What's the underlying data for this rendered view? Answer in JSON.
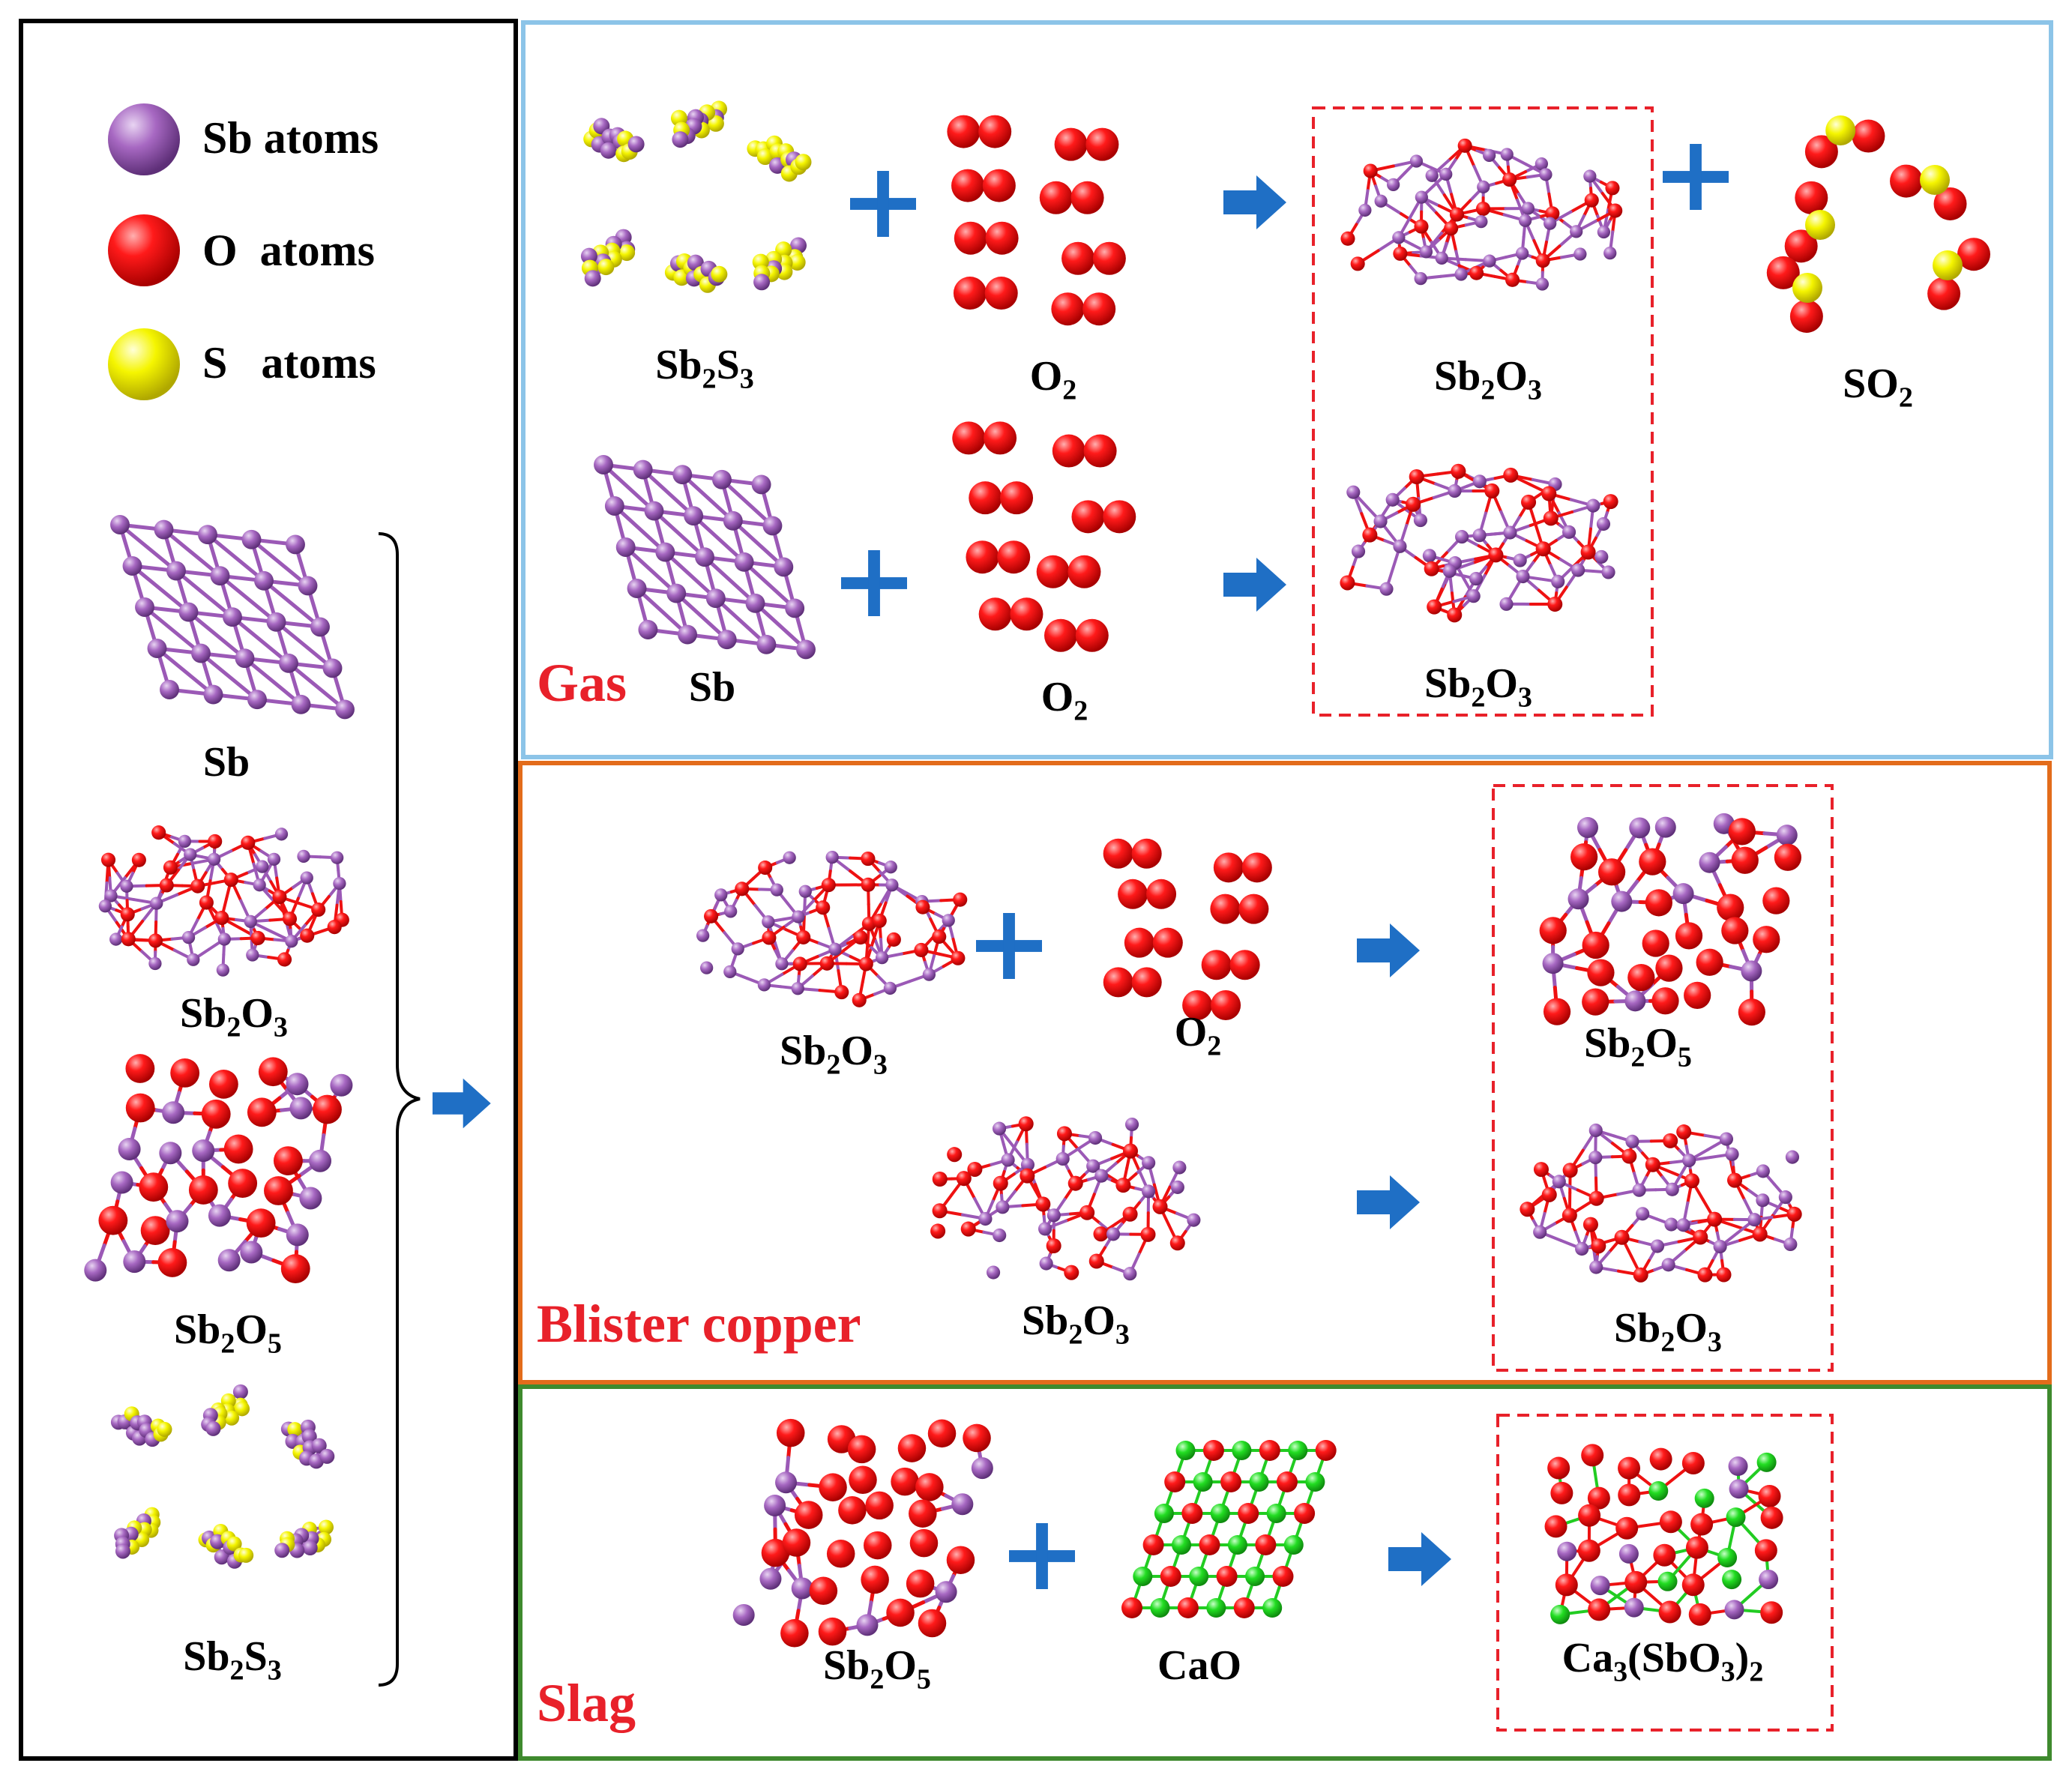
{
  "legend": {
    "sb": "Sb atoms",
    "o": "O  atoms",
    "s": "S   atoms"
  },
  "inputs": {
    "sb": {
      "pre": "Sb",
      "n1": "",
      "mid": "",
      "n2": ""
    },
    "sb2o3": {
      "pre": "Sb",
      "n1": "2",
      "mid": "O",
      "n2": "3"
    },
    "sb2o5": {
      "pre": "Sb",
      "n1": "2",
      "mid": "O",
      "n2": "5"
    },
    "sb2s3": {
      "pre": "Sb",
      "n1": "2",
      "mid": "S",
      "n2": "3"
    }
  },
  "gas": {
    "label": "Gas",
    "row1": {
      "reactant1": {
        "pre": "Sb",
        "n1": "2",
        "mid": "S",
        "n2": "3"
      },
      "reactant2": {
        "pre": "O",
        "n1": "2",
        "mid": "",
        "n2": ""
      },
      "product1": {
        "pre": "Sb",
        "n1": "2",
        "mid": "O",
        "n2": "3"
      },
      "product2": {
        "pre": "SO",
        "n1": "2",
        "mid": "",
        "n2": ""
      }
    },
    "row2": {
      "reactant1": {
        "pre": "Sb",
        "n1": "",
        "mid": "",
        "n2": ""
      },
      "reactant2": {
        "pre": "O",
        "n1": "2",
        "mid": "",
        "n2": ""
      },
      "product1": {
        "pre": "Sb",
        "n1": "2",
        "mid": "O",
        "n2": "3"
      }
    }
  },
  "blister": {
    "label": "Blister copper",
    "row1": {
      "reactant1": {
        "pre": "Sb",
        "n1": "2",
        "mid": "O",
        "n2": "3"
      },
      "reactant2": {
        "pre": "O",
        "n1": "2",
        "mid": "",
        "n2": ""
      },
      "product1": {
        "pre": "Sb",
        "n1": "2",
        "mid": "O",
        "n2": "5"
      }
    },
    "row2": {
      "reactant1": {
        "pre": "Sb",
        "n1": "2",
        "mid": "O",
        "n2": "3"
      },
      "product1": {
        "pre": "Sb",
        "n1": "2",
        "mid": "O",
        "n2": "3"
      }
    }
  },
  "slag": {
    "label": "Slag",
    "reactant1": {
      "pre": "Sb",
      "n1": "2",
      "mid": "O",
      "n2": "5"
    },
    "reactant2": {
      "pre": "CaO",
      "n1": "",
      "mid": "",
      "n2": ""
    },
    "product1": {
      "pre": "Ca",
      "n1": "3",
      "mid": "(SbO",
      "n2": "3",
      "post": ")",
      "n3": "2"
    }
  },
  "colors": {
    "sb_atom": "#9b59b6",
    "o_atom": "#ff0000",
    "s_atom": "#f2f200",
    "ca_atom": "#22dd22",
    "arrow": "#1f6fc5",
    "section_label": "#e8212a",
    "left_border": "#000000",
    "gas_border": "#8cc4e8",
    "blister_border": "#e36c1b",
    "slag_border": "#3f8a2e",
    "dashed_box": "#e8212a"
  },
  "icons": [
    "sb-atom-icon",
    "o-atom-icon",
    "s-atom-icon",
    "plus-icon",
    "arrow-right-icon",
    "brace-icon"
  ]
}
